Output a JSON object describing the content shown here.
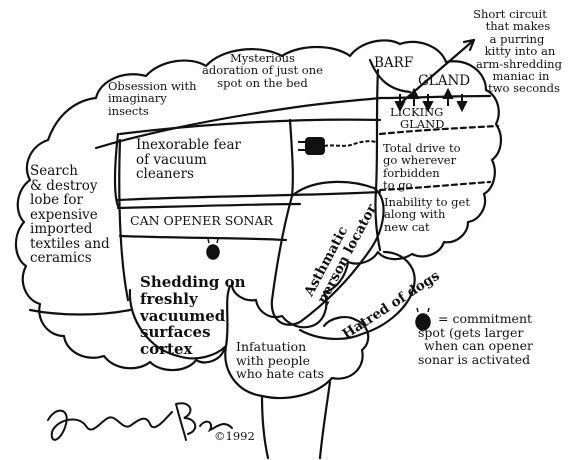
{
  "labels": {
    "short_circuit": [
      "Short circuit",
      "that makes",
      "a purring",
      "kitty into an",
      "arm-shredding",
      "maniac in",
      "two seconds"
    ],
    "mysterious": [
      "Mysterious",
      "adoration of just one",
      "spot on the bed"
    ],
    "obsession": [
      "Obsession with",
      "imaginary",
      "insects"
    ],
    "barf": "BARF",
    "gland": "GLAND",
    "licking_gland": [
      "LICKING",
      "GLAND"
    ],
    "vacuum_fear": [
      "Inexorable fear",
      "of vacuum",
      "cleaners"
    ],
    "total_drive": [
      "Total drive to",
      "go wherever",
      "forbidden",
      "to go"
    ],
    "search_destroy": [
      "Search",
      "& destroy",
      "lobe for",
      "expensive",
      "imported",
      "textiles and",
      "ceramics"
    ],
    "can_opener": "CAN OPENER SONAR",
    "asthmatic": [
      "Asthmatic",
      "person locator"
    ],
    "inability": [
      "Inability to get",
      "along with",
      "new cat"
    ],
    "shedding": [
      "Shedding on",
      "freshly",
      "vacuumed",
      "surfaces",
      "cortex"
    ],
    "dogs": "Hatred of dogs",
    "legend": [
      "= commitment",
      "spot (gets larger",
      "when can opener",
      "sonar is activated"
    ],
    "infatuation": [
      "Infatuation",
      "with people",
      "who hate cats"
    ],
    "copyright": "©1992"
  },
  "icons": {
    "commitment_spot": "commitment-spot-icon",
    "plug": "electric-plug-icon",
    "signature": "artist-signature"
  },
  "colors": {
    "ink": "#111111",
    "paper": "#ffffff"
  }
}
